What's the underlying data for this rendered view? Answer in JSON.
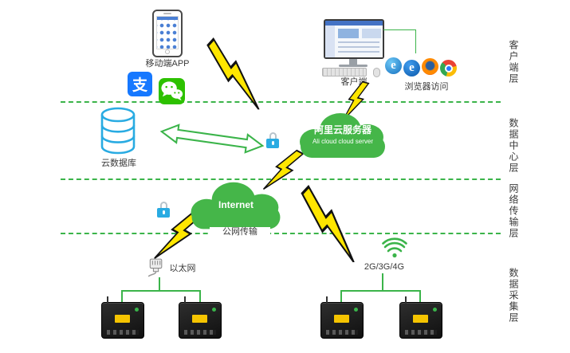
{
  "layer_labels": [
    "客户端层",
    "数据中心层",
    "网络传输层",
    "数据采集层"
  ],
  "nodes": {
    "mobile_app": {
      "label": "移动端APP"
    },
    "payment": {
      "alipay_glyph": "支"
    },
    "client": {
      "label": "客户端"
    },
    "browsers": {
      "label": "浏览器访问",
      "ie_glyph": "e",
      "edge_glyph": "e"
    },
    "cloud_db": {
      "label": "云数据库"
    },
    "ali_cloud": {
      "title": "阿里云服务器",
      "subtitle": "Ali cloud cloud server"
    },
    "internet": {
      "label": "Internet",
      "caption": "公网传输"
    },
    "ethernet": {
      "label": "以太网"
    },
    "cellular": {
      "label": "2G/3G/4G"
    }
  },
  "icons": {
    "smartphone-icon": "css-phone-shape",
    "alipay-icon": "blue rounded square with 支",
    "wechat-icon": "green rounded square with chat bubbles",
    "desktop-icon": "monitor + keyboard + mouse css shapes",
    "ie-icon": "blue circle e",
    "edge-icon": "dark blue circle e",
    "firefox-icon": "orange/blue radial circle",
    "chrome-icon": "conic red/yellow/green with blue core",
    "database-icon": "blue outlined cylinder svg",
    "cloud-icon": "green svg cloud",
    "lock-icon": "blue padlock css",
    "lightning-icon": "yellow svg bolt with black outline",
    "double-arrow-icon": "green outlined double-headed arrow svg",
    "ethernet-plug-icon": "gray rj45 plug svg",
    "wifi-icon": "green arcs svg",
    "device-icon": "black data-collector box"
  },
  "colors": {
    "diagram_green": "#3bb44a",
    "bolt_yellow": "#ffe600",
    "lock_blue": "#29abe2",
    "database_blue": "#29abe2",
    "alipay_blue": "#1678ff",
    "wechat_green": "#2dc100",
    "device_black": "#1d1d1d",
    "label_gray": "#3a3a3a"
  }
}
